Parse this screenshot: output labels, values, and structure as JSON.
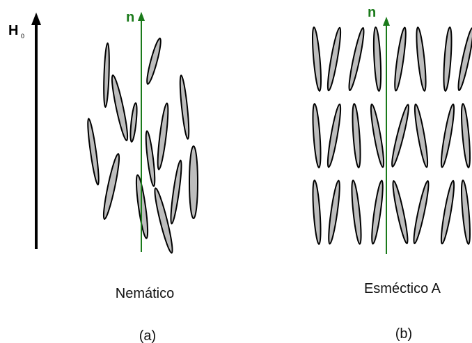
{
  "field": {
    "label": "H",
    "subscript": "0"
  },
  "panels": [
    {
      "director_label": "n",
      "caption": "Nemático",
      "sublabel": "(a)"
    },
    {
      "director_label": "n",
      "caption": "Esméctico A",
      "sublabel": "(b)"
    }
  ],
  "colors": {
    "director": "#1a7a1a",
    "molecule_fill": "#bdbdbd",
    "molecule_stroke": "#000000",
    "field_arrow": "#000000"
  }
}
